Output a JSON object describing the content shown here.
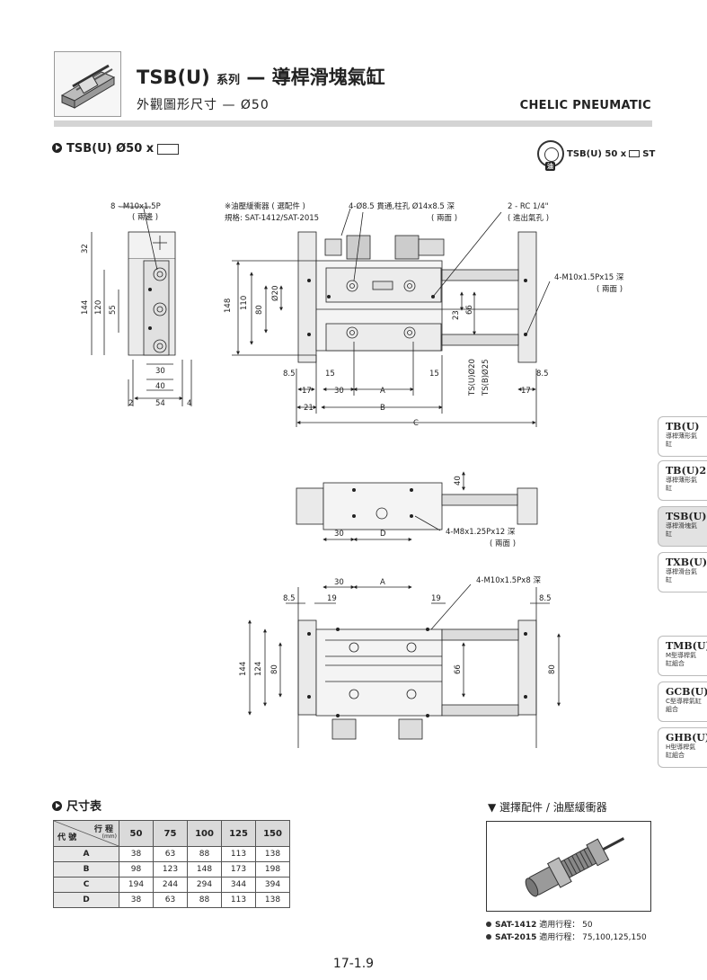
{
  "header": {
    "title_main": "TSB(U)",
    "title_series": "系列",
    "title_dash": "—",
    "title_desc": "導桿滑塊氣缸",
    "subtitle": "外觀圖形尺寸 — Ø50",
    "brand": "CHELIC PNEUMATIC"
  },
  "model": {
    "label": "TSB(U)   Ø50 x"
  },
  "badge": {
    "icon_label": "油",
    "text_a": "TSB(U) 50 x",
    "text_b": "ST"
  },
  "drawing": {
    "callouts": {
      "m10_sides": "8 - M10x1.5P",
      "m10_sides_note": "( 兩邊 )",
      "buffer": "※油壓緩衝器 ( 選配件 )",
      "buffer_spec": "規格: SAT-1412/SAT-2015",
      "holes": "4-Ø8.5 貫通,柱孔 Ø14x8.5 深",
      "holes_note": "( 兩面 )",
      "rc": "2 - RC 1/4\"",
      "rc_note": "( 進出氣孔 )",
      "m10_15": "4-M10x1.5Px15 深",
      "m10_15_note": "( 兩面 )",
      "m8": "4-M8x1.25Px12 深",
      "m8_note": "( 兩面 )",
      "m10_8": "4-M10x1.5Px8 深"
    },
    "dims": {
      "d32": "32",
      "d144": "144",
      "d120": "120",
      "d55": "55",
      "d30": "30",
      "d40": "40",
      "d2": "2",
      "d54": "54",
      "d4": "4",
      "d148": "148",
      "d110": "110",
      "d80": "80",
      "d20": "Ø20",
      "d23": "23",
      "d66": "66",
      "d8_5": "8.5",
      "d15": "15",
      "d17": "17",
      "d21": "21",
      "A": "A",
      "B": "B",
      "C": "C",
      "D": "D",
      "tsu": "TS(U)Ø20",
      "tsb": "TS(B)Ø25",
      "d19": "19",
      "d124": "124"
    }
  },
  "tabs": [
    {
      "code": "TB(U)",
      "desc": "導桿薄形氣缸"
    },
    {
      "code": "TB(U)2",
      "desc": "導桿薄形氣缸"
    },
    {
      "code": "TSB(U)",
      "desc": "導桿滑塊氣缸"
    },
    {
      "code": "TXB(U)",
      "desc": "導桿滑台氣缸"
    },
    {
      "code": "TMB(U)",
      "desc": "M型導桿氣缸組合"
    },
    {
      "code": "GCB(U)",
      "desc": "C型導桿氣缸組合"
    },
    {
      "code": "GHB(U)",
      "desc": "H型導桿氣缸組合"
    }
  ],
  "table": {
    "section_title": "尺寸表",
    "corner_top": "行 程",
    "corner_unit": "(mm)",
    "corner_left": "代 號",
    "columns": [
      "50",
      "75",
      "100",
      "125",
      "150"
    ],
    "rows": [
      {
        "code": "A",
        "values": [
          "38",
          "63",
          "88",
          "113",
          "138"
        ]
      },
      {
        "code": "B",
        "values": [
          "98",
          "123",
          "148",
          "173",
          "198"
        ]
      },
      {
        "code": "C",
        "values": [
          "194",
          "244",
          "294",
          "344",
          "394"
        ]
      },
      {
        "code": "D",
        "values": [
          "38",
          "63",
          "88",
          "113",
          "138"
        ]
      }
    ]
  },
  "accessory": {
    "title": "▼ 選擇配件 / 油壓緩衝器",
    "notes": [
      {
        "model": "SAT-1412",
        "label": "適用行程：",
        "value": "50"
      },
      {
        "model": "SAT-2015",
        "label": "適用行程：",
        "value": "75,100,125,150"
      }
    ]
  },
  "page_number": "17-1.9"
}
